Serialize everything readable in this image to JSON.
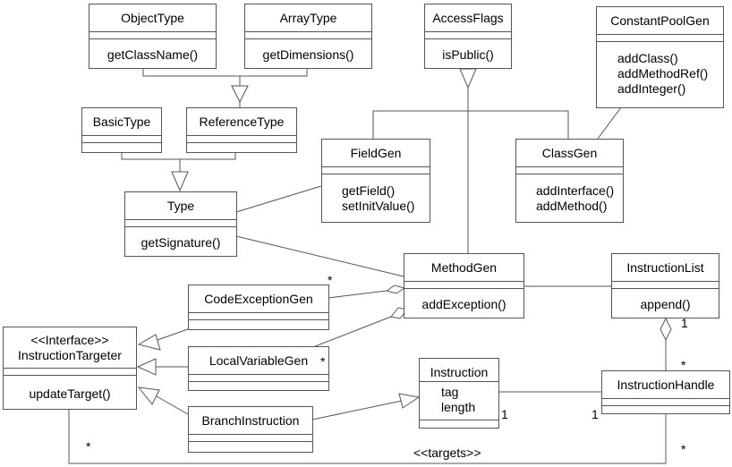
{
  "classes": {
    "object_type": {
      "name": "ObjectType",
      "ops": [
        "getClassName()"
      ]
    },
    "array_type": {
      "name": "ArrayType",
      "ops": [
        "getDimensions()"
      ]
    },
    "access_flags": {
      "name": "AccessFlags",
      "ops": [
        "isPublic()"
      ]
    },
    "constant_pool_gen": {
      "name": "ConstantPoolGen",
      "ops": [
        "addClass()",
        "addMethodRef()",
        "addInteger()"
      ]
    },
    "basic_type": {
      "name": "BasicType"
    },
    "reference_type": {
      "name": "ReferenceType"
    },
    "field_gen": {
      "name": "FieldGen",
      "ops": [
        "getField()",
        "setInitValue()"
      ]
    },
    "class_gen": {
      "name": "ClassGen",
      "ops": [
        "addInterface()",
        "addMethod()"
      ]
    },
    "type": {
      "name": "Type",
      "ops": [
        "getSignature()"
      ]
    },
    "method_gen": {
      "name": "MethodGen",
      "ops": [
        "addException()"
      ]
    },
    "instruction_list": {
      "name": "InstructionList",
      "ops": [
        "append()"
      ]
    },
    "code_exception_gen": {
      "name": "CodeExceptionGen"
    },
    "instruction_targeter": {
      "stereotype": "<<Interface>>",
      "name": "InstructionTargeter",
      "ops": [
        "updateTarget()"
      ]
    },
    "local_variable_gen": {
      "name": "LocalVariableGen"
    },
    "instruction": {
      "name": "Instruction",
      "attrs": [
        "tag",
        "length"
      ]
    },
    "instruction_handle": {
      "name": "InstructionHandle"
    },
    "branch_instruction": {
      "name": "BranchInstruction"
    }
  },
  "multiplicities": {
    "code_exception_star": "*",
    "local_variable_star": "*",
    "list_handle_one": "1",
    "list_handle_star": "*",
    "instruction_one": "1",
    "handle_one": "1",
    "targeter_star": "*",
    "handle_bottom_star": "*"
  },
  "relations": {
    "targets_label": "<<targets>>"
  }
}
